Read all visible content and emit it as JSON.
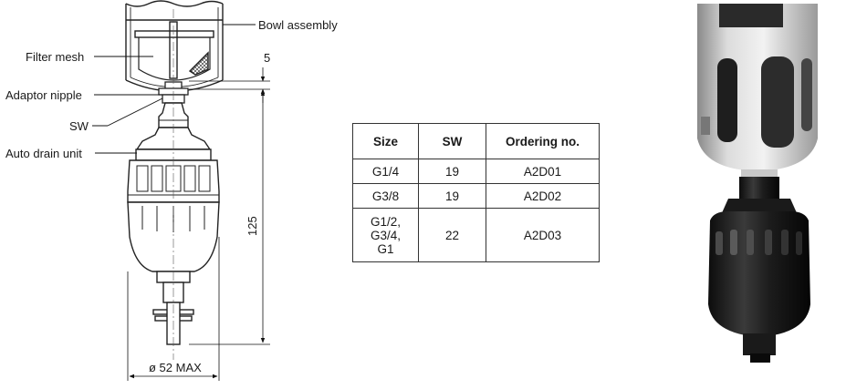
{
  "labels": {
    "bowl_assembly": "Bowl assembly",
    "filter_mesh": "Filter mesh",
    "adaptor_nipple": "Adaptor nipple",
    "sw": "SW",
    "auto_drain_unit": "Auto drain unit"
  },
  "dimensions": {
    "gap": "5",
    "height": "125",
    "diameter": "ø 52 MAX"
  },
  "table": {
    "headers": [
      "Size",
      "SW",
      "Ordering no."
    ],
    "rows": [
      [
        "G1/4",
        "19",
        "A2D01"
      ],
      [
        "G3/8",
        "19",
        "A2D02"
      ],
      [
        "G1/2,\nG3/4,\nG1",
        "22",
        "A2D03"
      ]
    ]
  }
}
